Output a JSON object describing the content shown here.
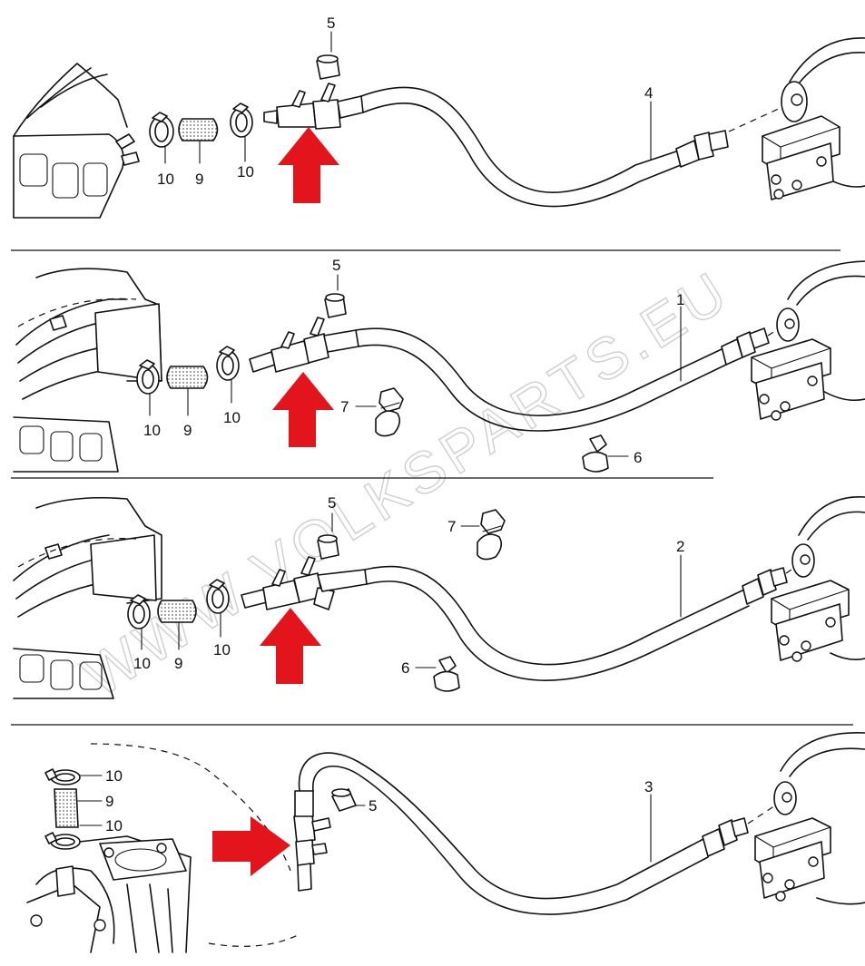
{
  "watermark": "WWW.VOLKSPARTS.EU",
  "colors": {
    "arrow": "#e3141b",
    "line": "#111111",
    "background": "#ffffff",
    "watermark": "#cfcfcf"
  },
  "panels": [
    {
      "id": "panel-1",
      "labels": {
        "hose": "4",
        "check_valve": "5",
        "hose_clamp_a": "10",
        "connector_hose": "9",
        "hose_clamp_b": "10"
      }
    },
    {
      "id": "panel-2",
      "labels": {
        "hose": "1",
        "check_valve": "5",
        "hose_clamp_a": "10",
        "connector_hose": "9",
        "hose_clamp_b": "10",
        "clip_7": "7",
        "clip_6": "6"
      }
    },
    {
      "id": "panel-3",
      "labels": {
        "hose": "2",
        "check_valve": "5",
        "hose_clamp_a": "10",
        "connector_hose": "9",
        "hose_clamp_b": "10",
        "clip_7": "7",
        "clip_6": "6"
      }
    },
    {
      "id": "panel-4",
      "labels": {
        "hose": "3",
        "check_valve": "5",
        "hose_clamp_a": "10",
        "connector_hose": "9",
        "hose_clamp_b": "10"
      }
    }
  ]
}
